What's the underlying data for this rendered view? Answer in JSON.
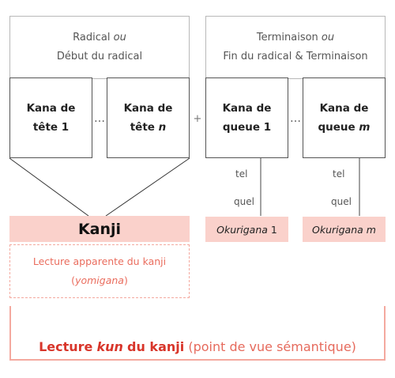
{
  "radical": {
    "line1_text": "Radical",
    "line1_italic": "ou",
    "line2_text": "Début du radical"
  },
  "terminaison": {
    "line1_text": "Terminaison",
    "line1_italic": "ou",
    "line2_text": "Fin du radical & Terminaison"
  },
  "kana_tete_1": {
    "line1": "Kana de",
    "line2_text": "tête",
    "line2_num": "1"
  },
  "kana_tete_n": {
    "line1": "Kana de",
    "line2_text": "tête",
    "line2_var": "n"
  },
  "kana_queue_1": {
    "line1": "Kana de",
    "line2_text": "queue",
    "line2_num": "1"
  },
  "kana_queue_m": {
    "line1": "Kana de",
    "line2_text": "queue",
    "line2_var": "m"
  },
  "ellipsis": "…",
  "plus": "+",
  "tel_label": "tel",
  "quel_label": "quel",
  "kanji_label": "Kanji",
  "okurigana_1": {
    "italic": "Okurigana",
    "num": "1"
  },
  "okurigana_m": {
    "italic": "Okurigana",
    "var": "m"
  },
  "lecture_apparente": {
    "line1": "Lecture apparente du kanji",
    "line2_open": "(",
    "line2_italic": "yomigana",
    "line2_close": ")"
  },
  "lecture_kun": {
    "part1": "Lecture",
    "part2_italic": "kun",
    "part3": "du kanji",
    "part4": "(point de vue sémantique)"
  },
  "colors": {
    "pink_fill": "#fad1cb",
    "red_text": "#d8352a",
    "salmon_text": "#ea6d5e",
    "border_gray": "#b8b8b8",
    "border_dark": "#555555"
  }
}
